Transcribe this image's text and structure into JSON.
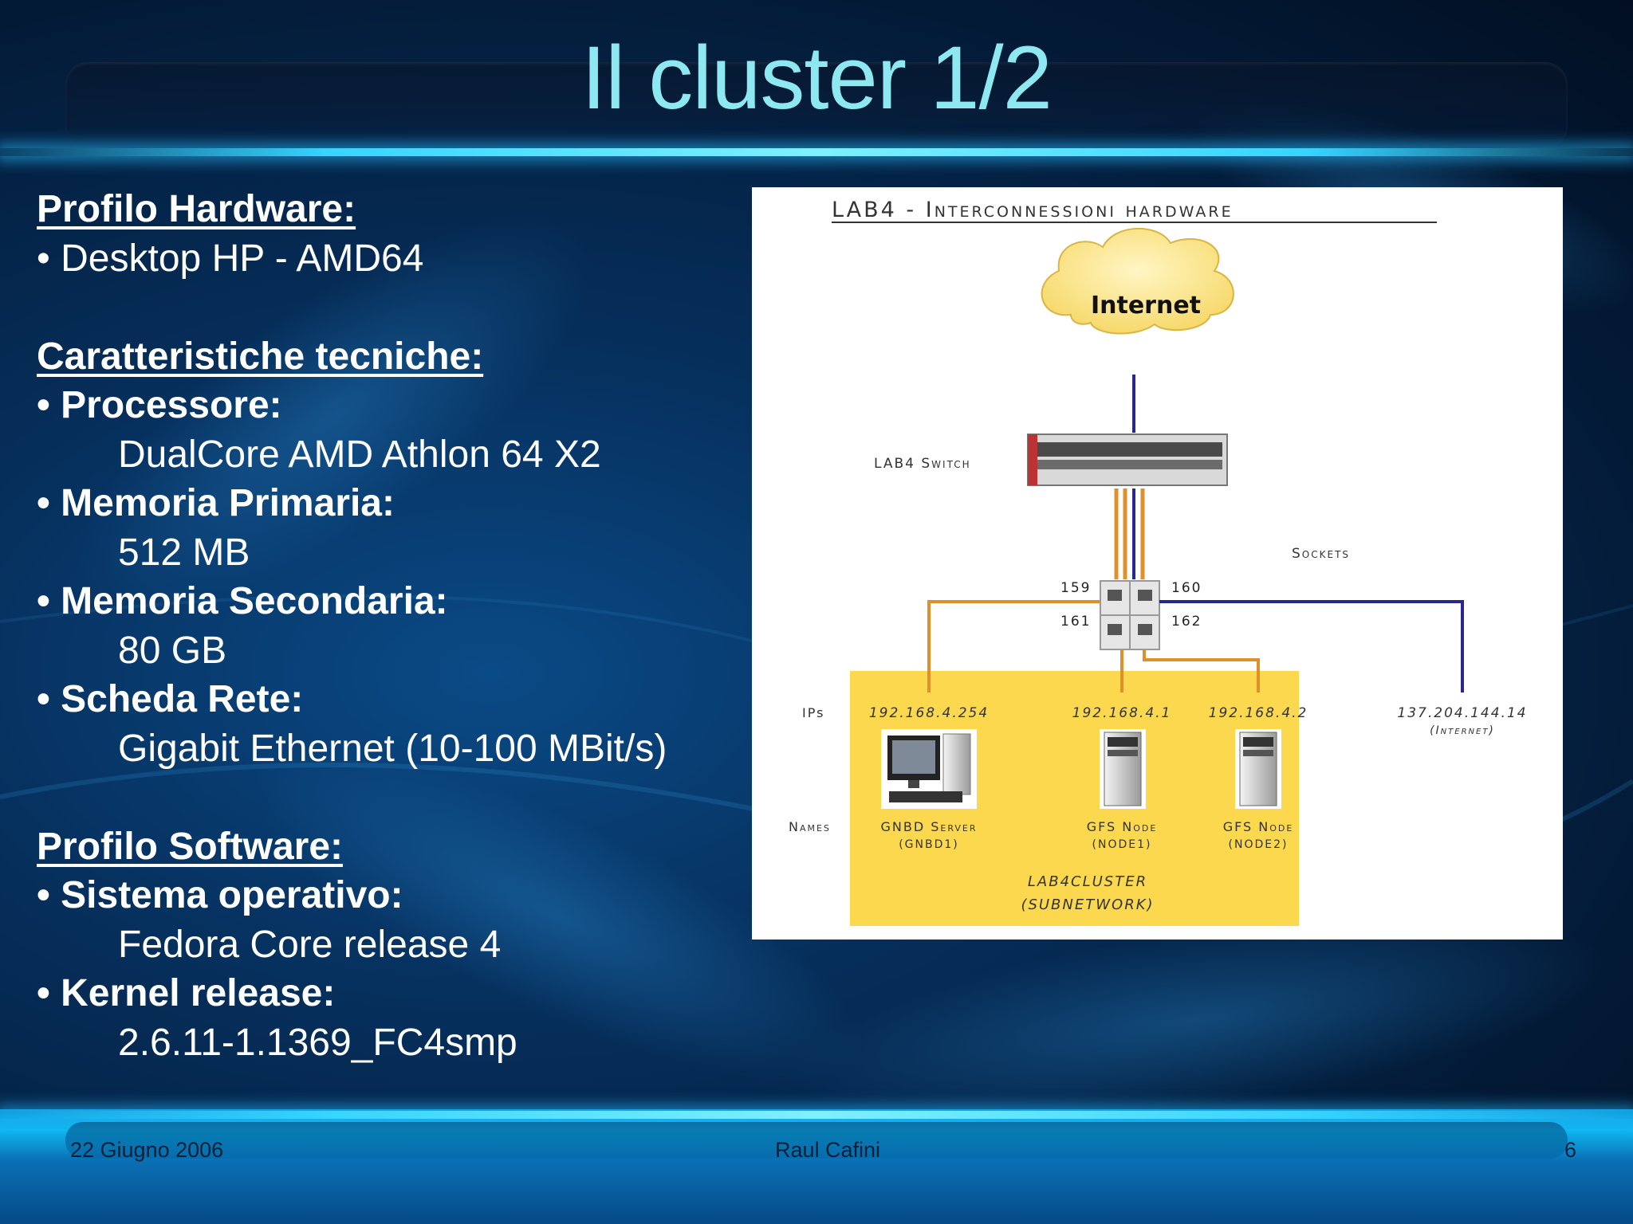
{
  "slide": {
    "title": "Il cluster 1/2"
  },
  "left": {
    "hw_heading": "Profilo Hardware:",
    "hw_item": "• Desktop HP - AMD64",
    "tech_heading": "Caratteristiche tecniche:",
    "tech_items": [
      {
        "label": "• Processore:",
        "value": "DualCore AMD Athlon 64 X2"
      },
      {
        "label": "• Memoria Primaria:",
        "value": "512 MB"
      },
      {
        "label": "• Memoria Secondaria:",
        "value": "80 GB"
      },
      {
        "label": "• Scheda Rete:",
        "value": "Gigabit Ethernet (10-100 MBit/s)"
      }
    ],
    "sw_heading": "Profilo Software:",
    "sw_items": [
      {
        "label": "• Sistema operativo:",
        "value": "Fedora Core release 4"
      },
      {
        "label": "• Kernel release:",
        "value": "2.6.11-1.1369_FC4smp"
      }
    ]
  },
  "diagram": {
    "title": "LAB4 - Interconnessioni hardware",
    "internet_label": "Internet",
    "switch_label": "LAB4 Switch",
    "sockets_label": "Sockets",
    "port_labels": [
      "159",
      "160",
      "161",
      "162"
    ],
    "row_ips_label": "IPs",
    "row_names_label": "Names",
    "ips": [
      "192.168.4.254",
      "192.168.4.1",
      "192.168.4.2",
      "137.204.144.14"
    ],
    "internet_note": "(Internet)",
    "nodes": [
      {
        "name": "GNBD Server",
        "sub": "(GNBD1)"
      },
      {
        "name": "GFS Node",
        "sub": "(NODE1)"
      },
      {
        "name": "GFS Node",
        "sub": "(NODE2)"
      }
    ],
    "cluster_name": "LAB4CLUSTER",
    "cluster_sub": "(SUBNETWORK)",
    "colors": {
      "cluster_fill": "#fbd84e",
      "orange_cable": "#e0902a",
      "navy_cable": "#28288c",
      "cloud": "#fde98a"
    }
  },
  "footer": {
    "date": "22 Giugno 2006",
    "author": "Raul Cafini",
    "page": "6"
  }
}
